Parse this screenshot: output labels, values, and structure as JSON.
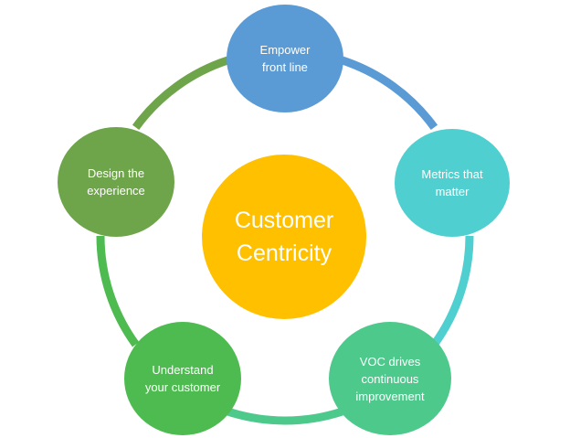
{
  "diagram": {
    "center": {
      "label": "Customer\nCentricity",
      "color": "#FFC000"
    },
    "nodes": [
      {
        "id": "empower",
        "label": "Empower\nfront line",
        "color": "#5B9BD5"
      },
      {
        "id": "metrics",
        "label": "Metrics that\nmatter",
        "color": "#4FCFCF"
      },
      {
        "id": "voc",
        "label": "VOC drives\ncontinuous\nimprovement",
        "color": "#4DC98C"
      },
      {
        "id": "understand",
        "label": "Understand\nyour customer",
        "color": "#4DBB4F"
      },
      {
        "id": "design",
        "label": "Design the\nexperience",
        "color": "#6FA54A"
      }
    ],
    "arcs": [
      {
        "from": "empower",
        "to": "metrics",
        "color": "#5B9BD5"
      },
      {
        "from": "metrics",
        "to": "voc",
        "color": "#4FCFCF"
      },
      {
        "from": "voc",
        "to": "understand",
        "color": "#4DC98C"
      },
      {
        "from": "understand",
        "to": "design",
        "color": "#4DBB4F"
      },
      {
        "from": "design",
        "to": "empower",
        "color": "#6FA54A"
      }
    ]
  }
}
